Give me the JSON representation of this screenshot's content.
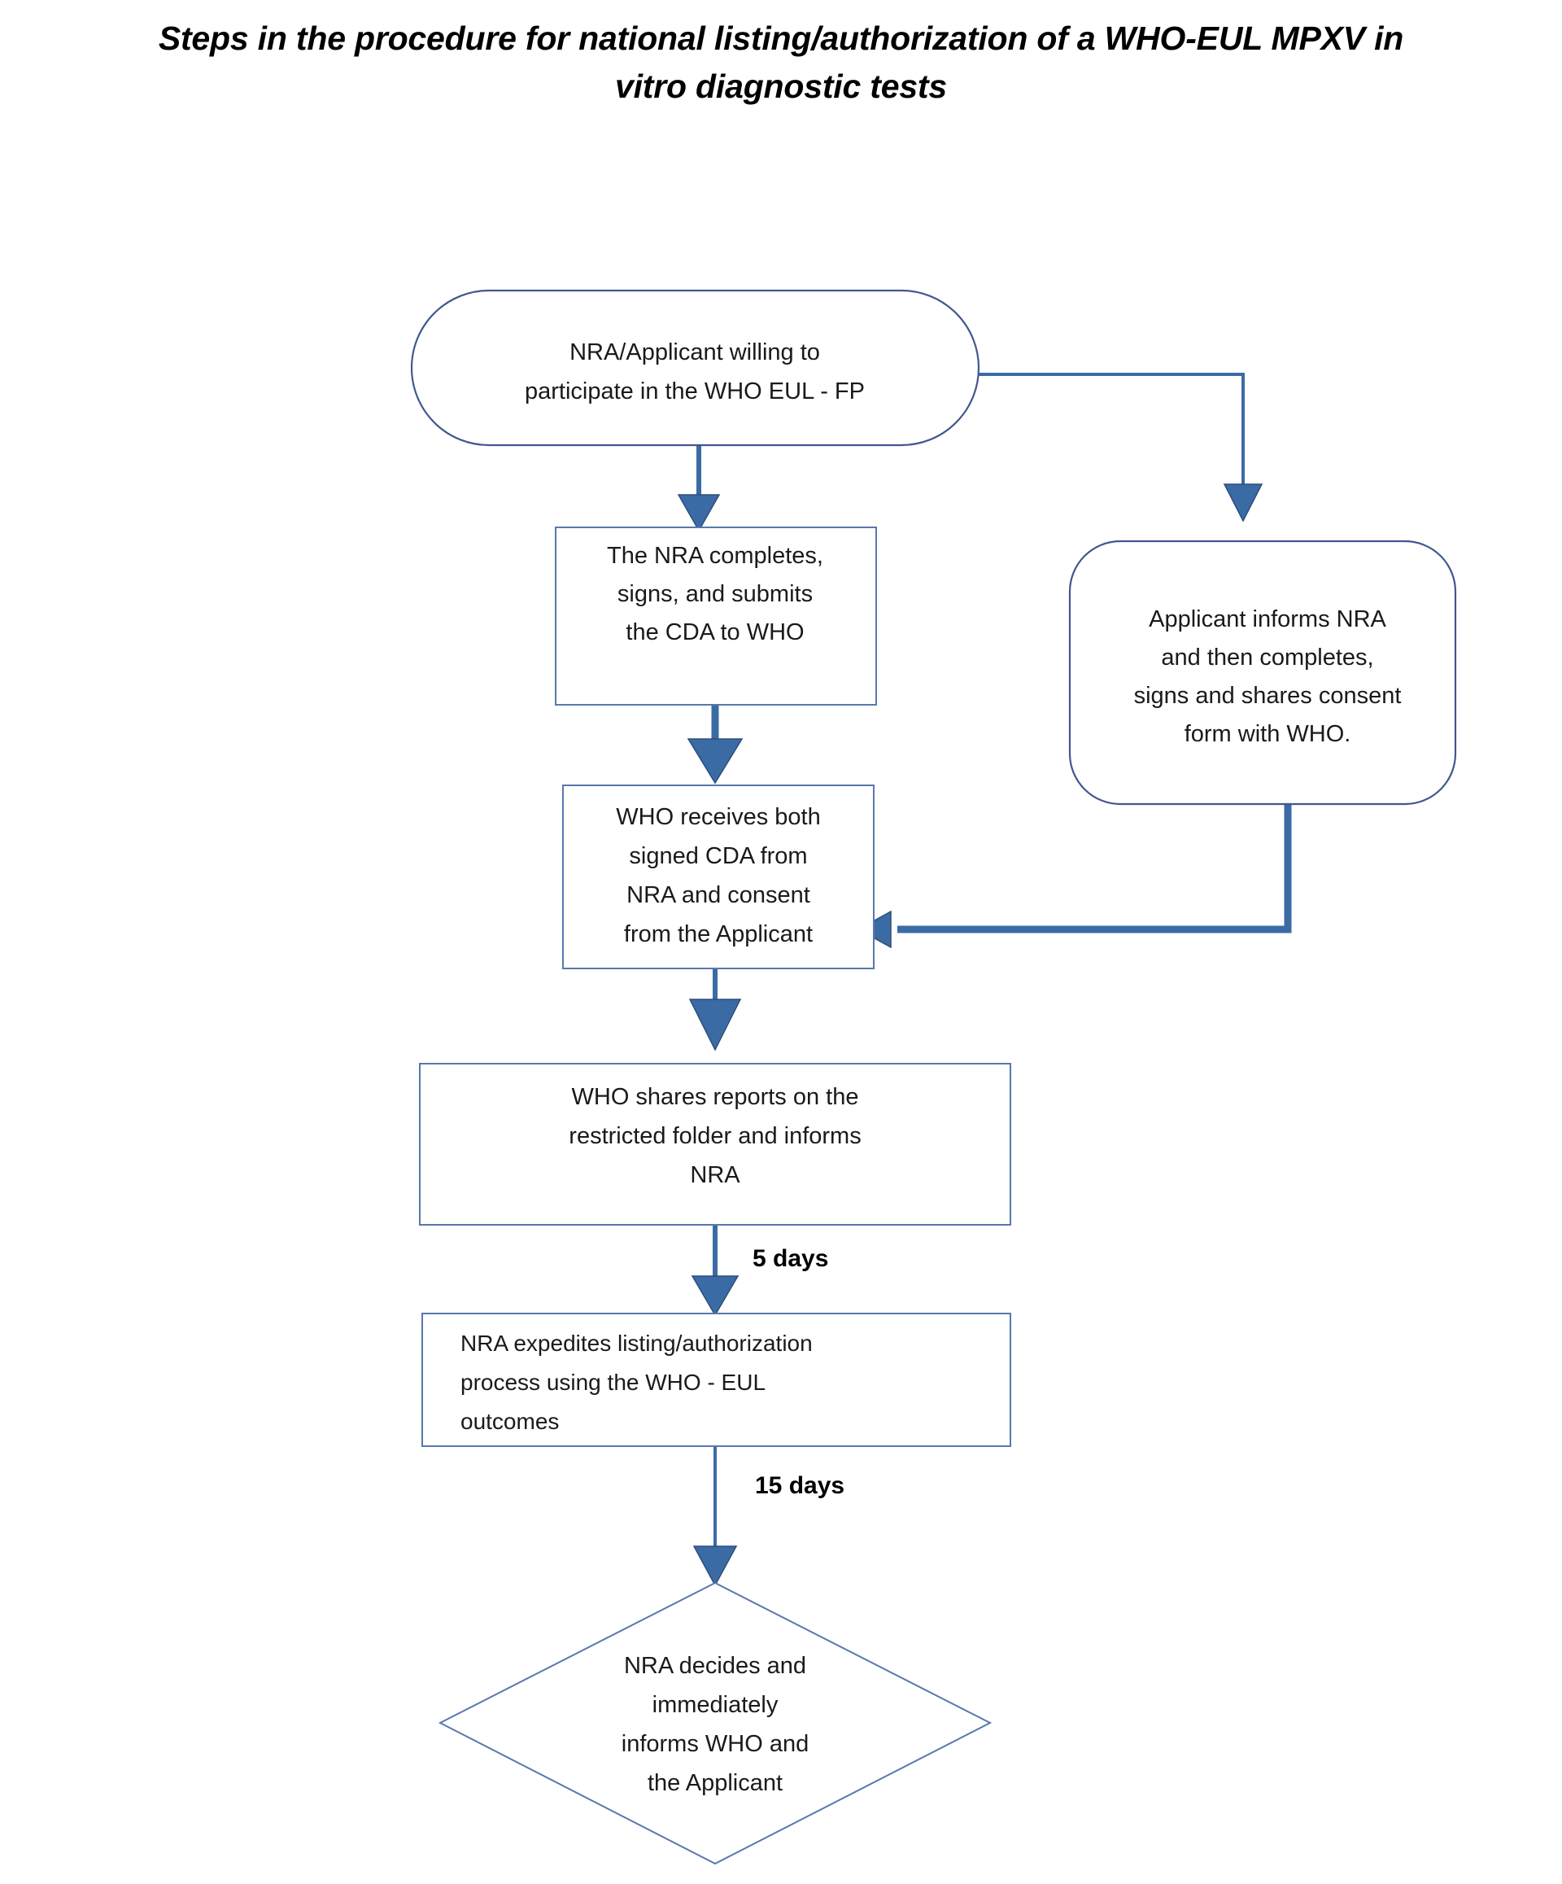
{
  "title": "Steps in the procedure for national listing/authorization of a WHO-EUL MPXV in vitro diagnostic tests",
  "diagram": {
    "type": "flowchart",
    "accent_color": "#3b6ba5",
    "outline_color": "#41578f",
    "background_color": "#ffffff",
    "nodes": [
      {
        "id": "start",
        "shape": "rounded-rectangle",
        "lines": [
          "NRA/Applicant willing to",
          "participate in the WHO EUL - FP"
        ],
        "align": "center"
      },
      {
        "id": "nra-cda",
        "shape": "rectangle",
        "lines": [
          "The NRA completes,",
          "signs, and submits",
          "the CDA to WHO"
        ],
        "align": "center"
      },
      {
        "id": "applicant-consent",
        "shape": "rounded-rectangle",
        "lines": [
          "Applicant informs NRA",
          "and then completes,",
          "signs and shares consent",
          "form with  WHO."
        ],
        "align": "center"
      },
      {
        "id": "who-receives",
        "shape": "rectangle",
        "lines": [
          "WHO receives both",
          "signed CDA from",
          "NRA and consent",
          "from the Applicant"
        ],
        "align": "center"
      },
      {
        "id": "who-shares",
        "shape": "rectangle",
        "lines": [
          "WHO shares reports on the",
          "restricted folder and informs",
          "NRA"
        ],
        "align": "center"
      },
      {
        "id": "nra-expedites",
        "shape": "rectangle",
        "lines": [
          "NRA expedites listing/authorization",
          "process using the WHO - EUL",
          "outcomes"
        ],
        "align": "left"
      },
      {
        "id": "nra-decides",
        "shape": "diamond",
        "lines": [
          "NRA decides and",
          "immediately",
          "informs WHO and",
          "the Applicant"
        ],
        "align": "center"
      }
    ],
    "edges": [
      {
        "from": "start",
        "to": "nra-cda",
        "label": ""
      },
      {
        "from": "start",
        "to": "applicant-consent",
        "label": ""
      },
      {
        "from": "nra-cda",
        "to": "who-receives",
        "label": ""
      },
      {
        "from": "applicant-consent",
        "to": "who-receives",
        "label": ""
      },
      {
        "from": "who-receives",
        "to": "who-shares",
        "label": ""
      },
      {
        "from": "who-shares",
        "to": "nra-expedites",
        "label": "5 days"
      },
      {
        "from": "nra-expedites",
        "to": "nra-decides",
        "label": "15 days"
      }
    ],
    "edge_labels": {
      "five_days": "5 days",
      "fifteen_days": "15 days"
    }
  }
}
